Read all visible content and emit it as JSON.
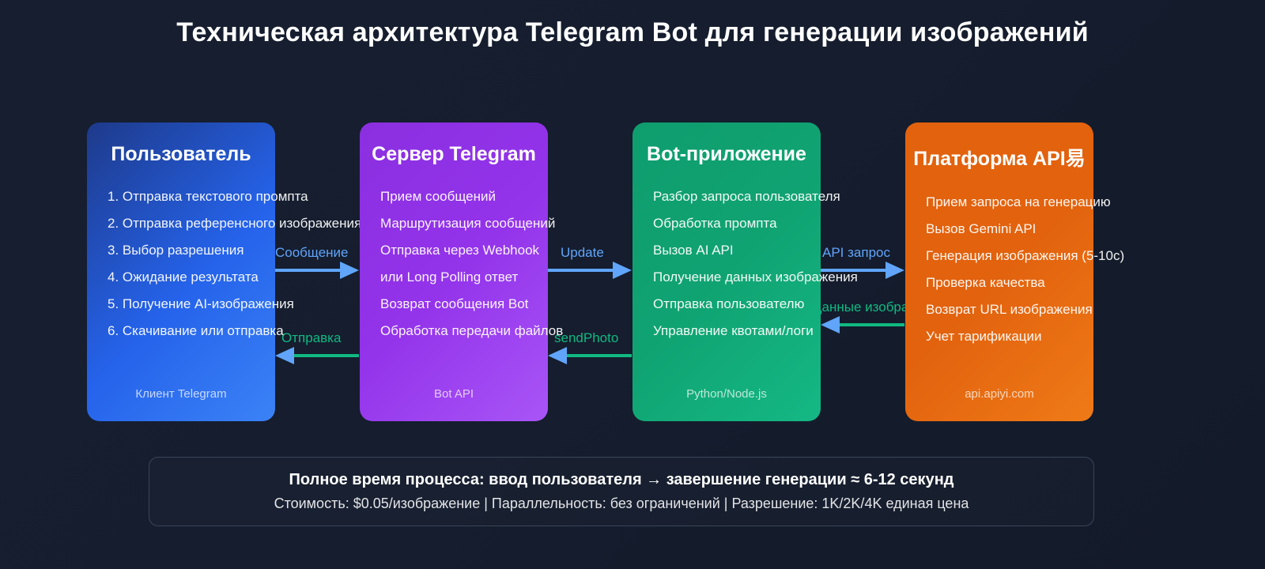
{
  "title": "Техническая архитектура Telegram Bot для генерации изображений",
  "colors": {
    "background": "#161f31",
    "card_user": "#2563eb",
    "card_server": "#9333ea",
    "card_bot": "#10a372",
    "card_api": "#e2620e",
    "arrow_forward": "#60a5fa",
    "arrow_return": "#10b981",
    "summary_border": "#3b4559"
  },
  "cards": [
    {
      "id": "user",
      "title": "Пользователь",
      "items": [
        "1. Отправка текстового промпта",
        "2. Отправка референсного изображения",
        "3. Выбор разрешения",
        "4. Ожидание результата",
        "5. Получение AI-изображения",
        "6. Скачивание или отправка"
      ],
      "footer": "Клиент Telegram"
    },
    {
      "id": "server",
      "title": "Сервер Telegram",
      "items": [
        "Прием сообщений",
        "Маршрутизация сообщений",
        "Отправка через Webhook",
        "или Long Polling ответ",
        "Возврат сообщения Bot",
        "Обработка передачи файлов"
      ],
      "footer": "Bot API"
    },
    {
      "id": "bot",
      "title": "Bot-приложение",
      "items": [
        "Разбор запроса пользователя",
        "Обработка промпта",
        "Вызов AI API",
        "Получение данных изображения",
        "Отправка пользователю",
        "Управление квотами/логи"
      ],
      "footer": "Python/Node.js"
    },
    {
      "id": "api",
      "title": "Платформа API易",
      "items": [
        "Прием запроса на генерацию",
        "Вызов Gemini API",
        "Генерация изображения (5-10с)",
        "Проверка качества",
        "Возврат URL изображения",
        "Учет тарификации"
      ],
      "footer": "api.apiyi.com"
    }
  ],
  "arrows": [
    {
      "id": "user-to-server",
      "label": "Сообщение",
      "direction": "forward"
    },
    {
      "id": "server-to-user",
      "label": "Отправка",
      "direction": "return"
    },
    {
      "id": "server-to-bot",
      "label": "Update",
      "direction": "forward"
    },
    {
      "id": "bot-to-server",
      "label": "sendPhoto",
      "direction": "return"
    },
    {
      "id": "bot-to-api",
      "label": "API запрос",
      "direction": "forward"
    },
    {
      "id": "api-to-bot",
      "label": "Данные изображения",
      "direction": "return"
    }
  ],
  "summary": {
    "main": "Полное время процесса: ввод пользователя → завершение генерации ≈ 6-12 секунд",
    "sub": "Стоимость: $0.05/изображение | Параллельность: без ограничений | Разрешение: 1K/2K/4K единая цена"
  }
}
